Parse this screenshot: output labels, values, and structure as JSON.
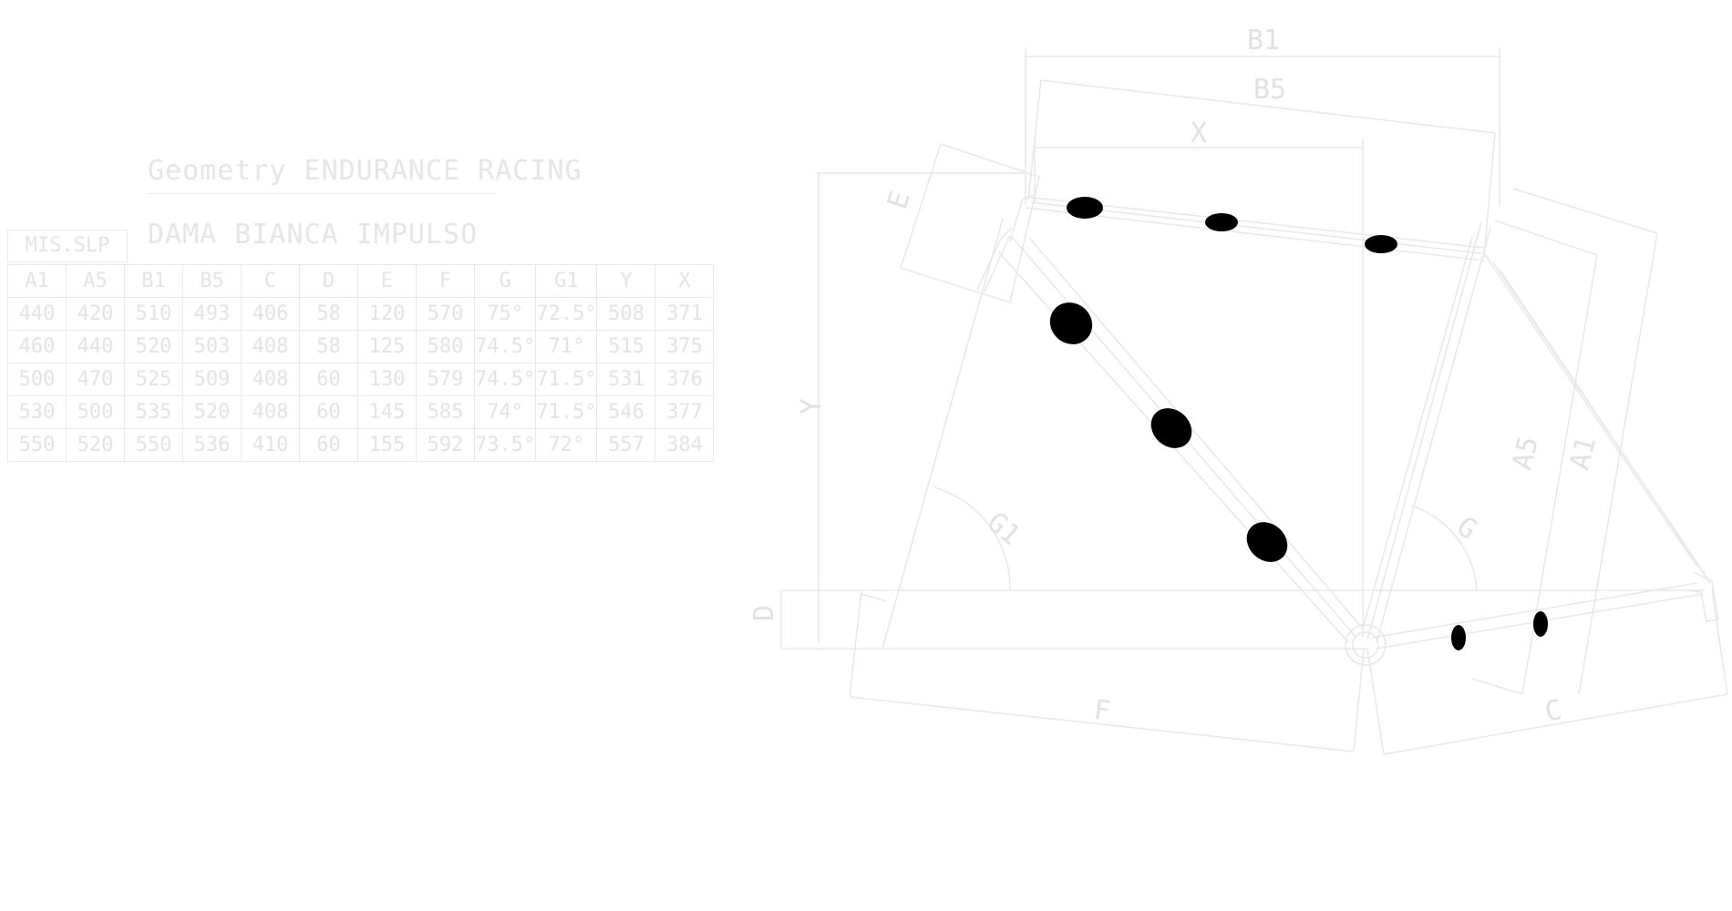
{
  "title": "Geometry ENDURANCE RACING",
  "subtitle": "DAMA BIANCA IMPULSO",
  "table": {
    "corner_label": "MIS.SLP",
    "headers": [
      "A1",
      "A5",
      "B1",
      "B5",
      "C",
      "D",
      "E",
      "F",
      "G",
      "G1",
      "Y",
      "X"
    ],
    "rows": [
      [
        "440",
        "420",
        "510",
        "493",
        "406",
        "58",
        "120",
        "570",
        "75°",
        "72.5°",
        "508",
        "371"
      ],
      [
        "460",
        "440",
        "520",
        "503",
        "408",
        "58",
        "125",
        "580",
        "74.5°",
        "71°",
        "515",
        "375"
      ],
      [
        "500",
        "470",
        "525",
        "509",
        "408",
        "60",
        "130",
        "579",
        "74.5°",
        "71.5°",
        "531",
        "376"
      ],
      [
        "530",
        "500",
        "535",
        "520",
        "408",
        "60",
        "145",
        "585",
        "74°",
        "71.5°",
        "546",
        "377"
      ],
      [
        "550",
        "520",
        "550",
        "536",
        "410",
        "60",
        "155",
        "592",
        "73.5°",
        "72°",
        "557",
        "384"
      ]
    ]
  },
  "diagram_labels": {
    "b1": "B1",
    "b5": "B5",
    "x": "X",
    "e": "E",
    "y": "Y",
    "d": "D",
    "f": "F",
    "c": "C",
    "g1": "G1",
    "g": "G",
    "a5": "A5",
    "a1": "A1"
  }
}
